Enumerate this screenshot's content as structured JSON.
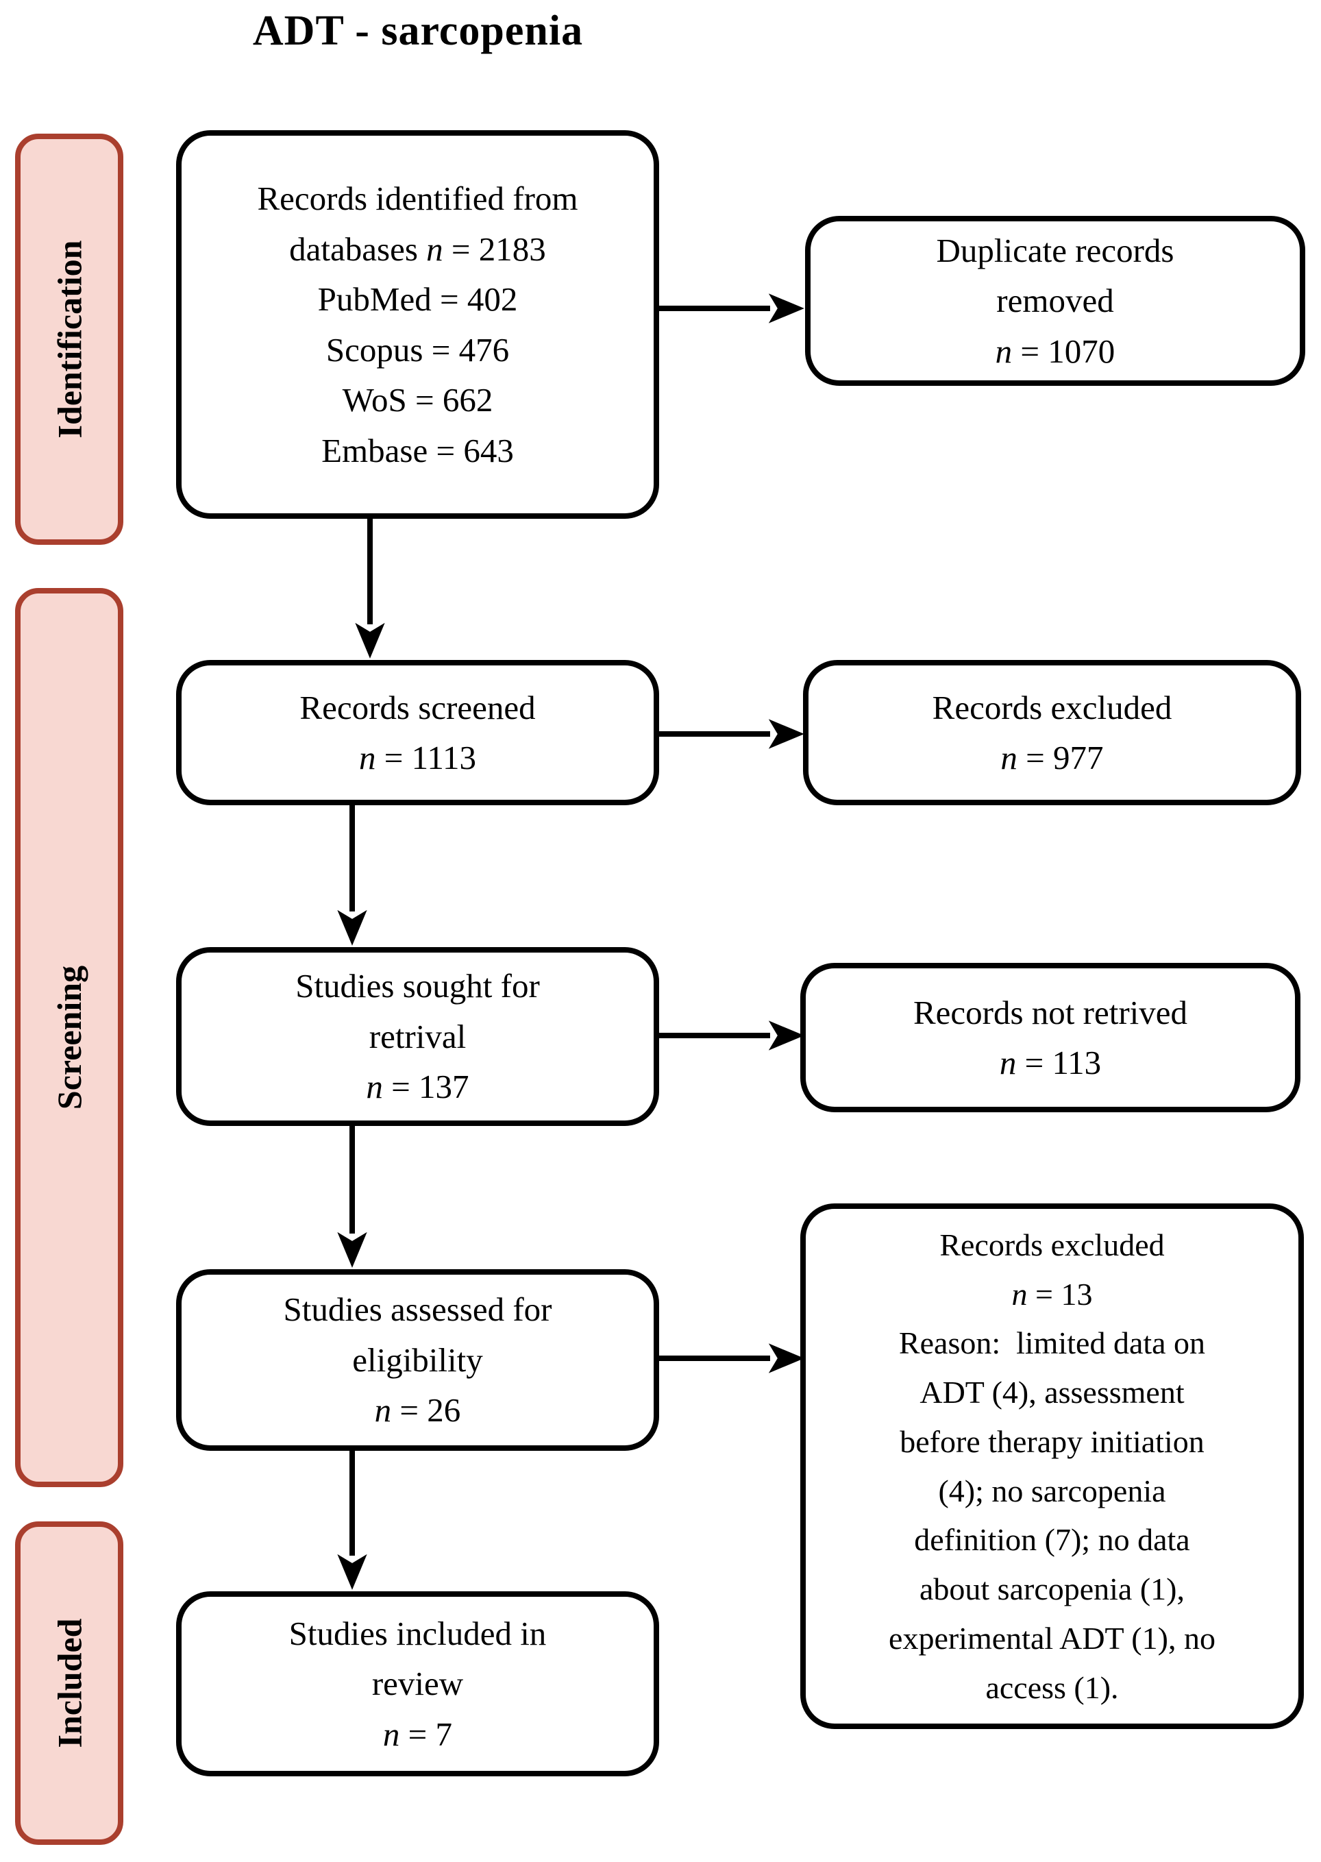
{
  "figure_title": "ADT - sarcopenia",
  "colors": {
    "background": "#FFFFFF",
    "stage_fill": "#F8D8D2",
    "stage_border": "#AA3F2E",
    "box_border": "#000000",
    "arrow": "#000000"
  },
  "stages": [
    {
      "label": "Identification"
    },
    {
      "label": "Screening"
    },
    {
      "label": "Included"
    }
  ],
  "boxes": {
    "identified": {
      "line1": "Records identified from",
      "line2_pre": "databases ",
      "line2_n": "n",
      "line2_rest": " = 2183",
      "sources": [
        "PubMed = 402",
        "Scopus = 476",
        "WoS = 662",
        "Embase = 643"
      ]
    },
    "duplicates_removed": {
      "line1": "Duplicate records",
      "line2": "removed",
      "n": "n",
      "n_rest": " = 1070"
    },
    "screened": {
      "line1": "Records screened",
      "n": "n",
      "n_rest": " = 1113"
    },
    "records_excluded": {
      "line1": "Records excluded",
      "n": "n",
      "n_rest": " = 977"
    },
    "sought_retrieval": {
      "line1": "Studies sought for",
      "line2": "retrival",
      "n": "n",
      "n_rest": " = 137"
    },
    "not_retrieved": {
      "line1": "Records not retrived",
      "n": "n",
      "n_rest": " = 113"
    },
    "assessed": {
      "line1": "Studies assessed for",
      "line2": "eligibility",
      "n": "n",
      "n_rest": " = 26"
    },
    "excluded_reasons": {
      "line1": "Records excluded",
      "n": "n",
      "n_rest": " = 13",
      "reason": "Reason:  limited data on\nADT (4), assessment\nbefore therapy initiation\n(4); no sarcopenia\ndefinition (7); no data\nabout sarcopenia (1),\nexperimental ADT (1), no\naccess (1)."
    },
    "included_review": {
      "line1": "Studies included in",
      "line2": "review",
      "n": "n",
      "n_rest": " = 7"
    }
  }
}
